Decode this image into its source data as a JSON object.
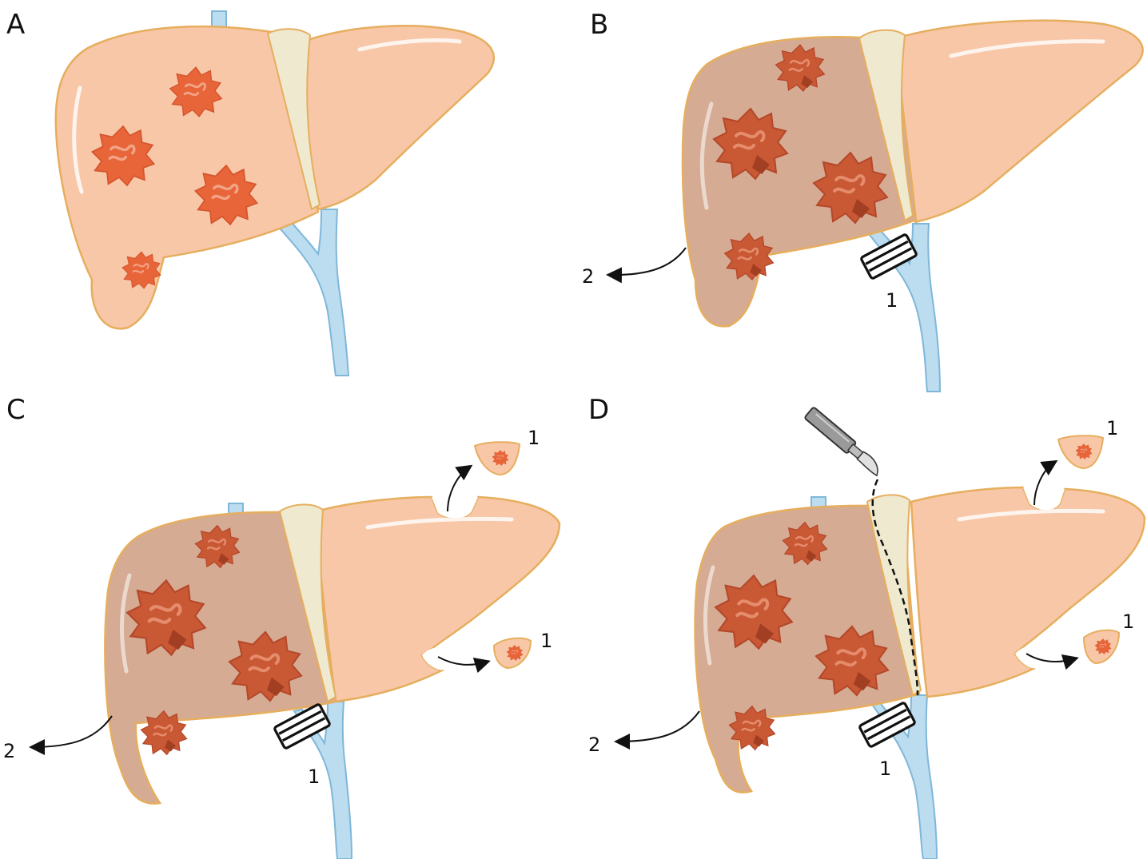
{
  "colors": {
    "healthy_liver": "#f8c7a8",
    "liver_outline": "#e6ae5e",
    "diseased_liver": "#d5ab93",
    "tumor": "#e8653a",
    "tumor_dark": "#c65430",
    "tumor_highlight": "#f2a487",
    "portal_vein": "#bcdcef",
    "vein_outline": "#7fb7d9",
    "gallbladder": "#efe9cf",
    "arrow": "#111111"
  },
  "panels": [
    {
      "letter": "A",
      "labels": []
    },
    {
      "letter": "B",
      "labels": [
        "2",
        "1"
      ]
    },
    {
      "letter": "C",
      "labels": [
        "1",
        "1",
        "2",
        "1"
      ]
    },
    {
      "letter": "D",
      "labels": [
        "1",
        "1",
        "2",
        "1"
      ]
    }
  ],
  "icons": {
    "clamp": "portal-vein-clamp-icon",
    "scalpel": "scalpel-icon"
  }
}
